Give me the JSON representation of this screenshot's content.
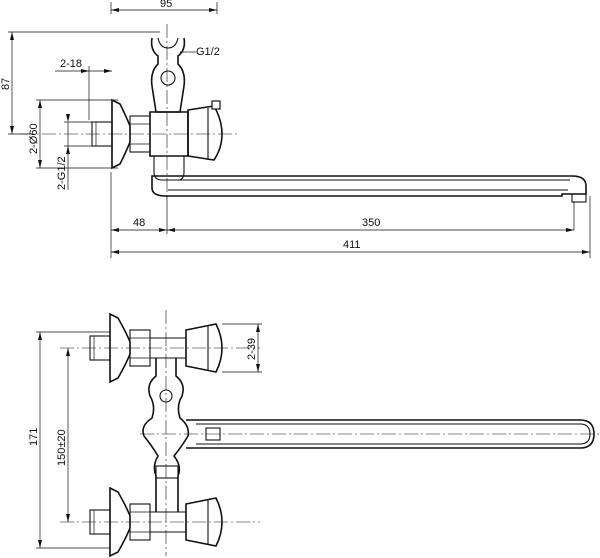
{
  "dimensions": {
    "width_overall": "95",
    "height_top": "87",
    "hose_thread": "G1/2",
    "eccentric_length": "2-18",
    "flange_diameter": "2-Ø60",
    "inlet_thread": "2-G1/2",
    "offset": "48",
    "spout_length": "350",
    "total_length": "411",
    "handle_width": "2-39",
    "max_spacing": "171",
    "centre_spacing": "150±20"
  }
}
